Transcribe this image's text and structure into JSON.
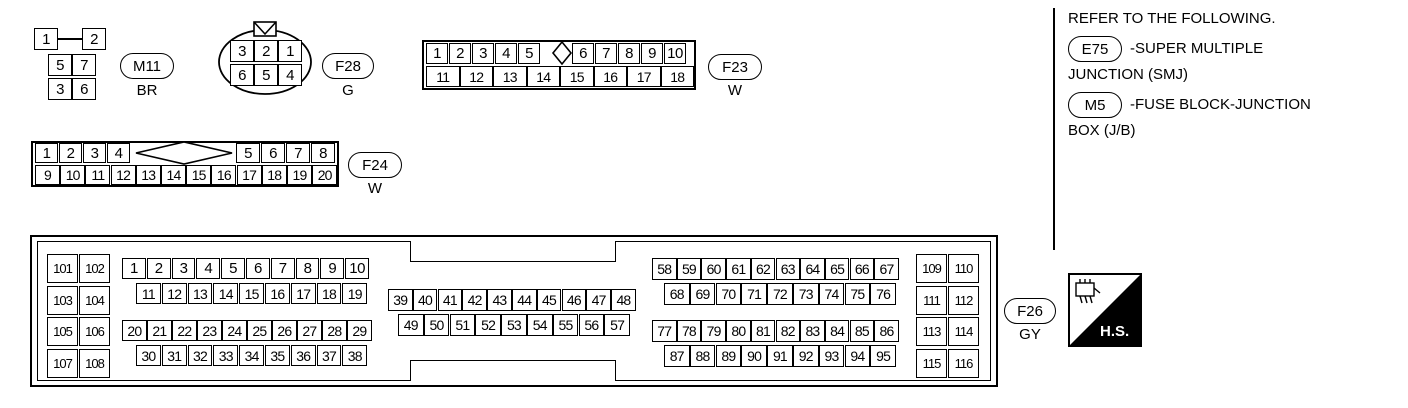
{
  "connectors": {
    "m11": {
      "id": "M11",
      "color": "BR",
      "pins": [
        "1",
        "2",
        "5",
        "7",
        "3",
        "6"
      ]
    },
    "f28": {
      "id": "F28",
      "color": "G",
      "pins": [
        "3",
        "2",
        "1",
        "6",
        "5",
        "4"
      ]
    },
    "f23": {
      "id": "F23",
      "color": "W",
      "row1": [
        "1",
        "2",
        "3",
        "4",
        "5",
        "6",
        "7",
        "8",
        "9",
        "10"
      ],
      "row2": [
        "11",
        "12",
        "13",
        "14",
        "15",
        "16",
        "17",
        "18"
      ]
    },
    "f24": {
      "id": "F24",
      "color": "W",
      "row1": [
        "1",
        "2",
        "3",
        "4",
        "5",
        "6",
        "7",
        "8"
      ],
      "row2": [
        "9",
        "10",
        "11",
        "12",
        "13",
        "14",
        "15",
        "16",
        "17",
        "18",
        "19",
        "20"
      ]
    },
    "f26": {
      "id": "F26",
      "color": "GY",
      "left_block": [
        "101",
        "102",
        "103",
        "104",
        "105",
        "106",
        "107",
        "108"
      ],
      "block_a": {
        "row1": [
          "1",
          "2",
          "3",
          "4",
          "5",
          "6",
          "7",
          "8",
          "9",
          "10"
        ],
        "row2": [
          "11",
          "12",
          "13",
          "14",
          "15",
          "16",
          "17",
          "18",
          "19"
        ],
        "row3": [
          "20",
          "21",
          "22",
          "23",
          "24",
          "25",
          "26",
          "27",
          "28",
          "29"
        ],
        "row4": [
          "30",
          "31",
          "32",
          "33",
          "34",
          "35",
          "36",
          "37",
          "38"
        ]
      },
      "block_b": {
        "row1": [
          "39",
          "40",
          "41",
          "42",
          "43",
          "44",
          "45",
          "46",
          "47",
          "48"
        ],
        "row2": [
          "49",
          "50",
          "51",
          "52",
          "53",
          "54",
          "55",
          "56",
          "57"
        ]
      },
      "block_c": {
        "row1": [
          "58",
          "59",
          "60",
          "61",
          "62",
          "63",
          "64",
          "65",
          "66",
          "67"
        ],
        "row2": [
          "68",
          "69",
          "70",
          "71",
          "72",
          "73",
          "74",
          "75",
          "76"
        ],
        "row3": [
          "77",
          "78",
          "79",
          "80",
          "81",
          "82",
          "83",
          "84",
          "85",
          "86"
        ],
        "row4": [
          "87",
          "88",
          "89",
          "90",
          "91",
          "92",
          "93",
          "94",
          "95"
        ]
      },
      "right_block": [
        "109",
        "110",
        "111",
        "112",
        "113",
        "114",
        "115",
        "116"
      ]
    }
  },
  "notes": {
    "heading": "REFER TO THE FOLLOWING.",
    "items": [
      {
        "badge": "E75",
        "text": "-SUPER MULTIPLE",
        "text2": "JUNCTION (SMJ)"
      },
      {
        "badge": "M5",
        "text": "-FUSE BLOCK-JUNCTION",
        "text2": "BOX (J/B)"
      }
    ]
  },
  "hs_label": "H.S.",
  "icons": {
    "hs": "harness-side-connector-icon"
  }
}
